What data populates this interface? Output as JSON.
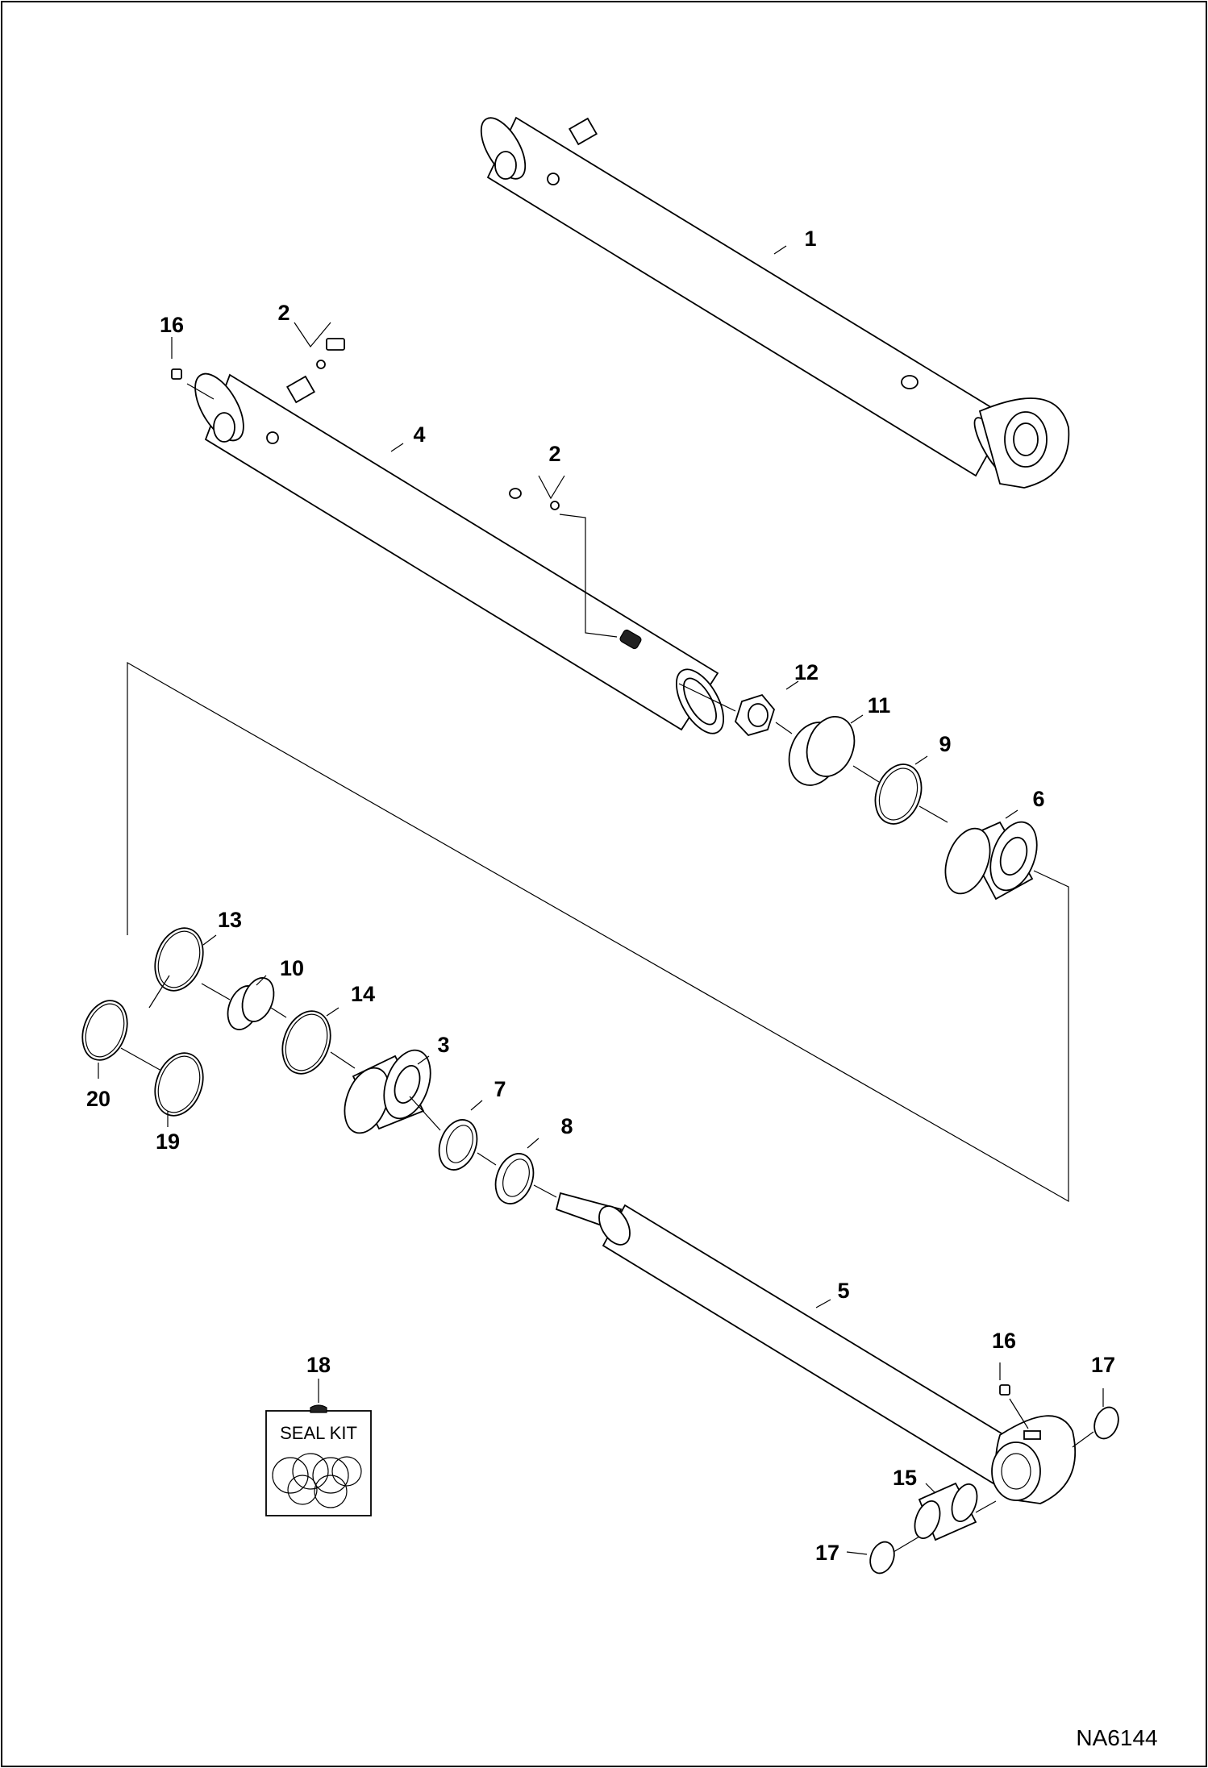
{
  "figure": {
    "id": "NA6144",
    "callouts": [
      "1",
      "2",
      "2",
      "3",
      "4",
      "5",
      "6",
      "7",
      "8",
      "9",
      "10",
      "11",
      "12",
      "13",
      "14",
      "15",
      "16",
      "16",
      "17",
      "17",
      "18",
      "19",
      "20"
    ],
    "seal_kit_label": "SEAL KIT"
  }
}
